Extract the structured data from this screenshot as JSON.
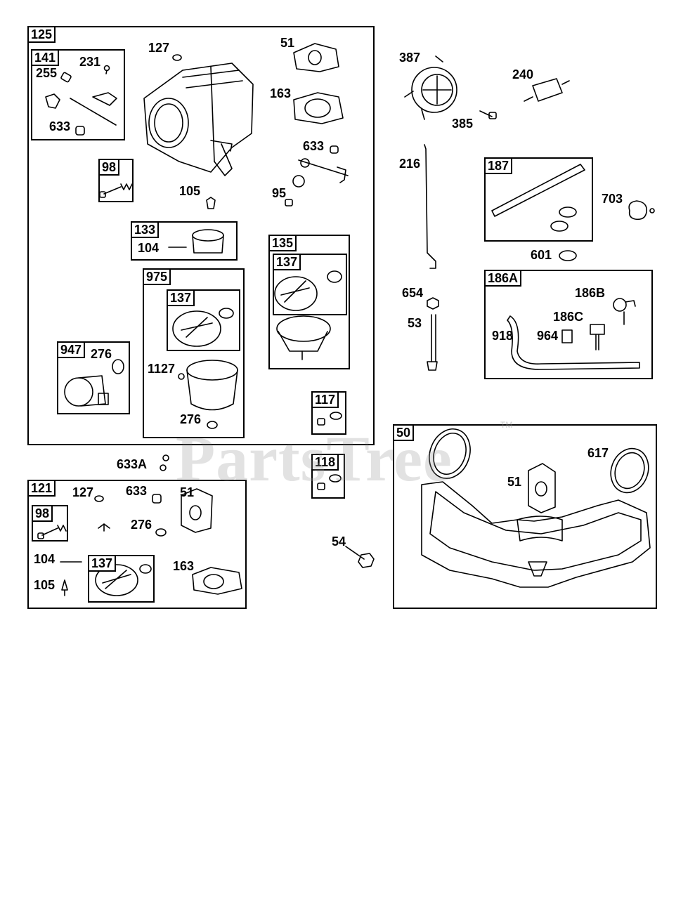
{
  "watermark": {
    "text": "PartsTree",
    "tm": "TM"
  },
  "boxes": {
    "b125": "125",
    "b141": "141",
    "b98a": "98",
    "b133": "133",
    "b975": "975",
    "b137a": "137",
    "b135": "135",
    "b137b": "137",
    "b947": "947",
    "b117": "117",
    "b118": "118",
    "b121": "121",
    "b98b": "98",
    "b137c": "137",
    "b187": "187",
    "b186a": "186A",
    "b50": "50"
  },
  "labels": {
    "l127a": "127",
    "l51a": "51",
    "l231": "231",
    "l255": "255",
    "l633a": "633",
    "l163a": "163",
    "l633b": "633",
    "l95": "95",
    "l105a": "105",
    "l104a": "104",
    "l1127": "1127",
    "l276a": "276",
    "l276b": "276",
    "l633A": "633A",
    "l127b": "127",
    "l633c": "633",
    "l51b": "51",
    "l276c": "276",
    "l104b": "104",
    "l105b": "105",
    "l163b": "163",
    "l387": "387",
    "l240": "240",
    "l385": "385",
    "l216": "216",
    "l703": "703",
    "l601": "601",
    "l654": "654",
    "l53": "53",
    "l186B": "186B",
    "l186C": "186C",
    "l918": "918",
    "l964": "964",
    "l54": "54",
    "l617": "617",
    "l51c": "51"
  }
}
